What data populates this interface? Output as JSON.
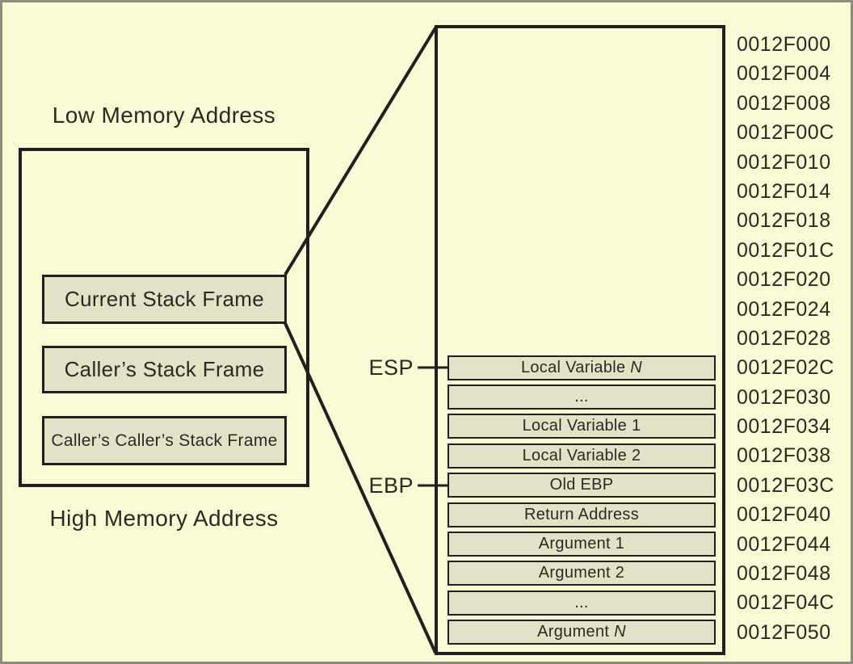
{
  "diagram": {
    "labels": {
      "low_memory": "Low Memory Address",
      "high_memory": "High Memory Address",
      "esp": "ESP",
      "ebp": "EBP"
    },
    "frames": [
      {
        "label": "Current Stack Frame"
      },
      {
        "label": "Caller’s Stack Frame"
      },
      {
        "label": "Caller’s Caller’s Stack Frame"
      }
    ],
    "stack_rows": [
      {
        "text": "Local Variable ",
        "suffix": "N"
      },
      {
        "text": "...",
        "suffix": ""
      },
      {
        "text": "Local Variable 1",
        "suffix": ""
      },
      {
        "text": "Local Variable 2",
        "suffix": ""
      },
      {
        "text": "Old EBP",
        "suffix": ""
      },
      {
        "text": "Return Address",
        "suffix": ""
      },
      {
        "text": "Argument 1",
        "suffix": ""
      },
      {
        "text": "Argument 2",
        "suffix": ""
      },
      {
        "text": "...",
        "suffix": ""
      },
      {
        "text": "Argument ",
        "suffix": "N"
      }
    ],
    "addresses": [
      "0012F000",
      "0012F004",
      "0012F008",
      "0012F00C",
      "0012F010",
      "0012F014",
      "0012F018",
      "0012F01C",
      "0012F020",
      "0012F024",
      "0012F028",
      "0012F02C",
      "0012F030",
      "0012F034",
      "0012F038",
      "0012F03C",
      "0012F040",
      "0012F044",
      "0012F048",
      "0012F04C",
      "0012F050"
    ],
    "colors": {
      "background": "#FAFAD4",
      "box_fill": "#E2E3C6",
      "line": "#231F20",
      "text": "#2A2A25",
      "page_border": "#8C8C7C"
    }
  }
}
